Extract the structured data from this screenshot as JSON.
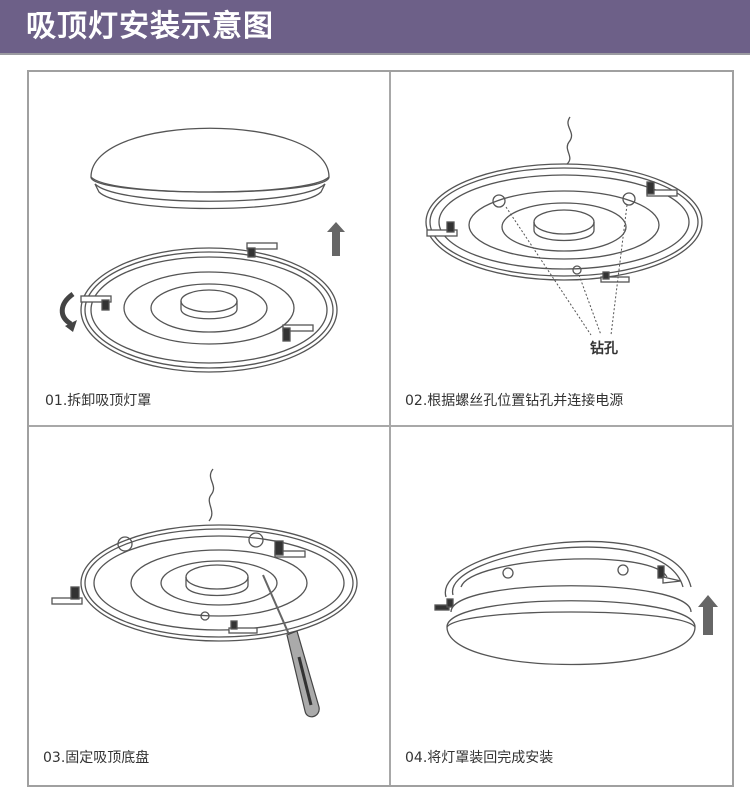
{
  "header": {
    "title": "吸顶灯安装示意图",
    "background": "#6d6088"
  },
  "steps": [
    {
      "number": "01",
      "caption": "01.拆卸吸顶灯罩"
    },
    {
      "number": "02",
      "caption": "02.根据螺丝孔位置钻孔并连接电源",
      "annotation": "钻孔"
    },
    {
      "number": "03",
      "caption": "03.固定吸顶底盘"
    },
    {
      "number": "04",
      "caption": "04.将灯罩装回完成安装"
    }
  ],
  "icons": {
    "step1": [
      "lamp-cover-icon",
      "base-plate-icon",
      "up-arrow-icon",
      "rotate-arrow-icon"
    ],
    "step2": [
      "wire-icon",
      "base-plate-icon",
      "drill-hole-icon"
    ],
    "step3": [
      "wire-icon",
      "base-plate-icon",
      "screwdriver-icon"
    ],
    "step4": [
      "assembled-lamp-icon",
      "up-arrow-icon"
    ]
  }
}
